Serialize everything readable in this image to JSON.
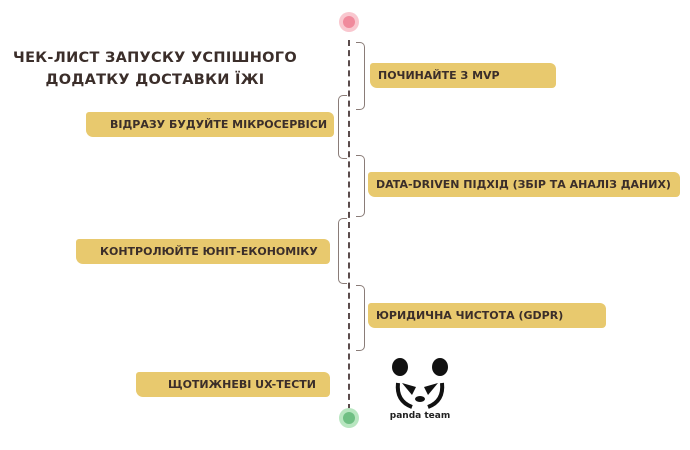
{
  "title": {
    "line1": "ЧЕК-ЛИСТ ЗАПУСКУ УСПІШНОГО",
    "line2": "ДОДАТКУ ДОСТАВКИ ЇЖІ"
  },
  "items": [
    {
      "label": "ПОЧИНАЙТЕ З MVP",
      "side": "right"
    },
    {
      "label": "ВІДРАЗУ БУДУЙТЕ МІКРОСЕРВІСИ",
      "side": "left"
    },
    {
      "label": "DATA-DRIVEN ПІДХІД (ЗБІР ТА АНАЛІЗ ДАНИХ)",
      "side": "right"
    },
    {
      "label": "КОНТРОЛЮЙТЕ ЮНІТ-ЕКОНОМІКУ",
      "side": "left"
    },
    {
      "label": "ЮРИДИЧНА ЧИСТОТА (GDPR)",
      "side": "right"
    },
    {
      "label": "ЩОТИЖНЕВІ UX-ТЕСТИ",
      "side": "left"
    }
  ],
  "logo": {
    "text": "panda team"
  },
  "colors": {
    "highlight": "#e8c96e",
    "start": "#f08a9c",
    "end": "#6fbf83",
    "text": "#3b2e2a"
  }
}
